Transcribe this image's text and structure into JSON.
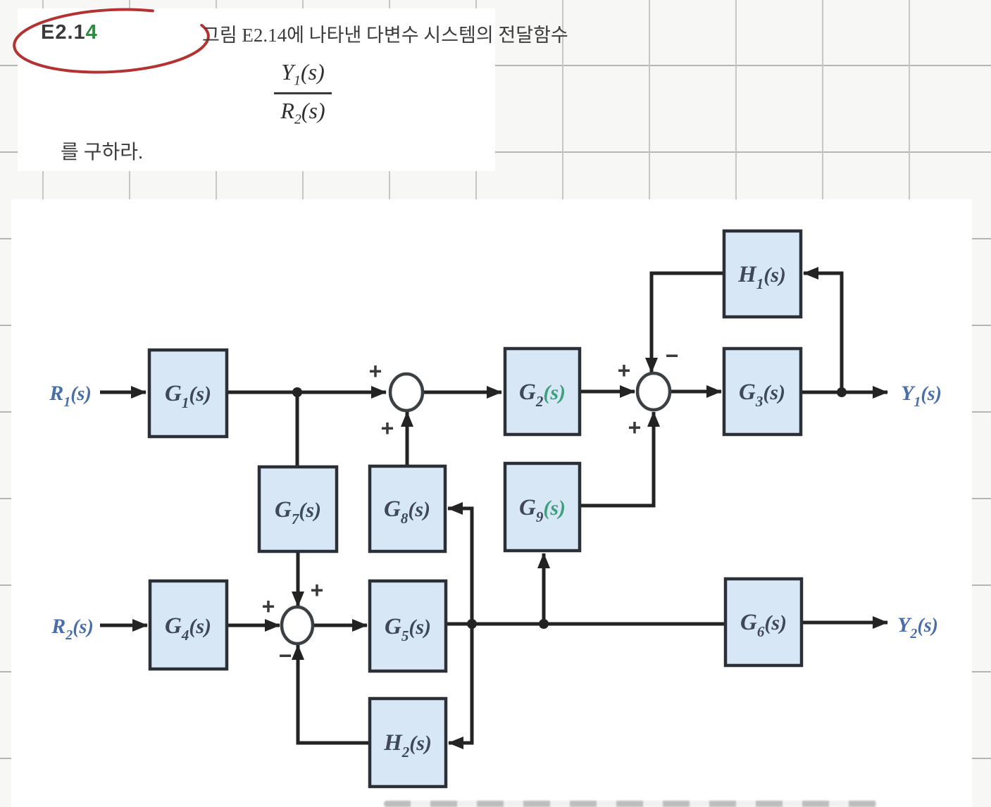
{
  "problem": {
    "id_prefix": "E2.1",
    "id_last": "4",
    "statement": "그림 E2.14에 나타낸 다변수 시스템의 전달함수",
    "fraction": {
      "num_base": "Y",
      "num_sub": "1",
      "num_suffix": "(s)",
      "den_base": "R",
      "den_sub": "2",
      "den_suffix": "(s)"
    },
    "closing": "를 구하라."
  },
  "diagram": {
    "inputs": {
      "r1": {
        "base": "R",
        "sub": "1",
        "suffix": "(s)"
      },
      "r2": {
        "base": "R",
        "sub": "2",
        "suffix": "(s)"
      }
    },
    "outputs": {
      "y1": {
        "base": "Y",
        "sub": "1",
        "suffix": "(s)"
      },
      "y2": {
        "base": "Y",
        "sub": "2",
        "suffix": "(s)"
      }
    },
    "blocks": {
      "g1": {
        "base": "G",
        "sub": "1",
        "suffix": "(s)"
      },
      "g2": {
        "base": "G",
        "sub": "2",
        "suffix": "(s)"
      },
      "g3": {
        "base": "G",
        "sub": "3",
        "suffix": "(s)"
      },
      "g4": {
        "base": "G",
        "sub": "4",
        "suffix": "(s)"
      },
      "g5": {
        "base": "G",
        "sub": "5",
        "suffix": "(s)"
      },
      "g6": {
        "base": "G",
        "sub": "6",
        "suffix": "(s)"
      },
      "g7": {
        "base": "G",
        "sub": "7",
        "suffix": "(s)"
      },
      "g8": {
        "base": "G",
        "sub": "8",
        "suffix": "(s)"
      },
      "g9": {
        "base": "G",
        "sub": "9",
        "suffix": "(s)"
      },
      "h1": {
        "base": "H",
        "sub": "1",
        "suffix": "(s)"
      },
      "h2": {
        "base": "H",
        "sub": "2",
        "suffix": "(s)"
      }
    },
    "signs": {
      "sum1_left": "+",
      "sum1_bottom": "+",
      "sum2_left": "+",
      "sum2_top": "−",
      "sum2_bottom": "+",
      "sum3_left": "+",
      "sum3_top": "+",
      "sum3_bottom": "−"
    },
    "colors": {
      "page_bg": "#f7f7f5",
      "grid_line": "#c6c6c6",
      "panel_bg": "#ffffff",
      "block_fill": "#d7e7f6",
      "block_border": "#2b3036",
      "wire": "#232323",
      "label_dark": "#3e4857",
      "label_blue": "#4a6fa8",
      "suffix_green": "#3e9f7c",
      "annotation_red": "#b23331",
      "id_green": "#2e8b3f",
      "text_dark": "#3b3b3b"
    }
  }
}
